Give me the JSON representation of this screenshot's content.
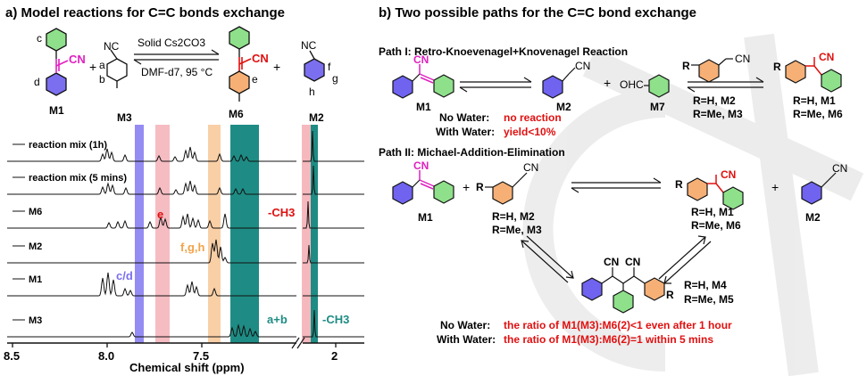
{
  "panel_a": {
    "title": "a) Model reactions for C=C bonds exchange",
    "reagent_top": "Solid Cs2CO3",
    "reagent_bottom": "DMF-d7, 95 °C",
    "compounds": {
      "m1": "M1",
      "m3": "M3",
      "m6": "M6",
      "m2": "M2"
    },
    "cn": "CN",
    "nc": "NC",
    "proton_labels": {
      "a": "a",
      "b": "b",
      "c": "c",
      "d": "d",
      "e": "e",
      "f": "f",
      "g": "g",
      "h": "h"
    },
    "traces": [
      "reaction mix (1h)",
      "reaction mix (5 mins)",
      "M6",
      "M2",
      "M1",
      "M3"
    ],
    "annotations": {
      "e": "e",
      "fgh": "f,g,h",
      "cd": "c/d",
      "ch3_red": "-CH3",
      "ab": "a+b",
      "ch3_teal": "-CH3"
    },
    "axis": {
      "ticks": [
        "8.5",
        "8.0",
        "7.5",
        "2"
      ],
      "label": "Chemical shift (ppm)"
    },
    "colors": {
      "purple": "#7b6ff0",
      "pink": "#f2a6ad",
      "orange": "#f8c796",
      "teal": "#1e8c84"
    }
  },
  "panel_b": {
    "title": "b) Two possible paths for the C=C bond exchange",
    "path1": {
      "title": "Path I: Retro-Knoevenagel+Knovenagel Reaction",
      "m1": "M1",
      "m2": "M2",
      "m7": "M7",
      "ohc": "OHC",
      "plus": "+",
      "mid_lines": [
        "R=H,     M2",
        "R=Me, M3"
      ],
      "right_lines": [
        "R=H,     M1",
        "R=Me, M6"
      ],
      "r": "R",
      "no_water_label": "No Water:",
      "no_water_value": "no  reaction",
      "with_water_label": "With Water:",
      "with_water_value": "yield<10%"
    },
    "path2": {
      "title": "Path II: Michael-Addition-Elimination",
      "m1": "M1",
      "m2": "M2",
      "plus": "+",
      "r": "R",
      "left_lines": [
        "R=H,     M2",
        "R=Me, M3"
      ],
      "right_lines": [
        "R=H,     M1",
        "R=Me, M6"
      ],
      "adduct_lines": [
        "R=H,      M4",
        "R=Me, M5"
      ],
      "no_water_label": "No Water:",
      "no_water_value": "the ratio of M1(M3):M6(2)<1 even after 1 hour",
      "with_water_label": "With Water:",
      "with_water_value": "the ratio of M1(M3):M6(2)=1 within 5 mins"
    },
    "colors": {
      "magenta": "#e020c0",
      "red": "#e01010",
      "blue": "#6f63f0",
      "orange": "#f6b076",
      "green": "#8fe08b"
    }
  }
}
